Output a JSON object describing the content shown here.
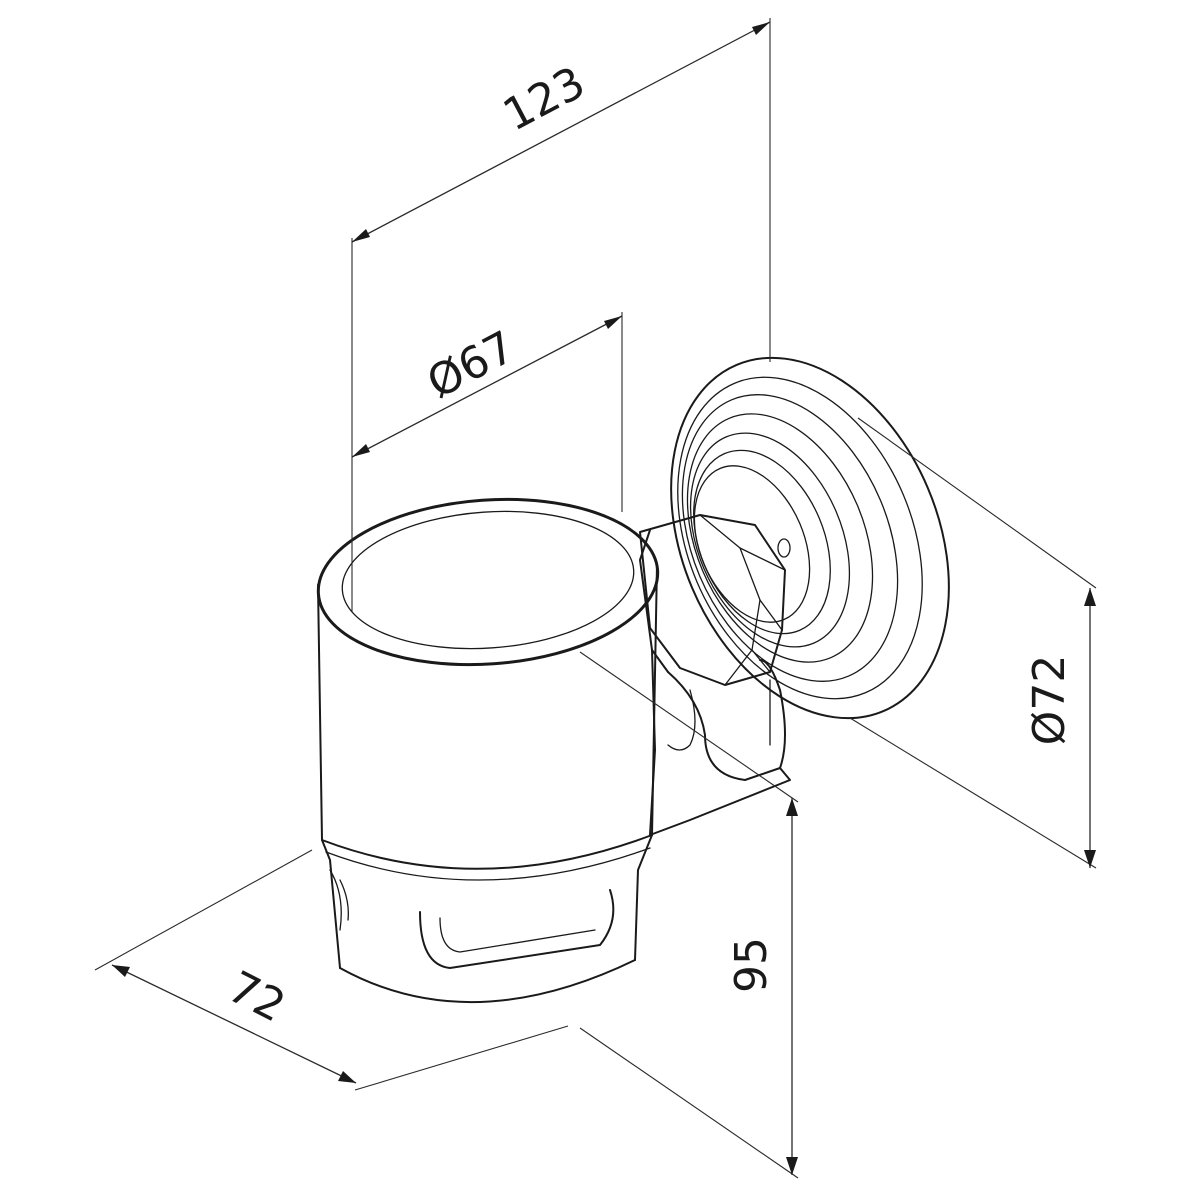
{
  "dimensions": {
    "overall_length": "123",
    "cup_inner_diameter": "Ø67",
    "base_diameter": "Ø72",
    "cup_depth": "72",
    "height": "95"
  },
  "colors": {
    "line": "#1a1a1a",
    "background": "#ffffff"
  }
}
